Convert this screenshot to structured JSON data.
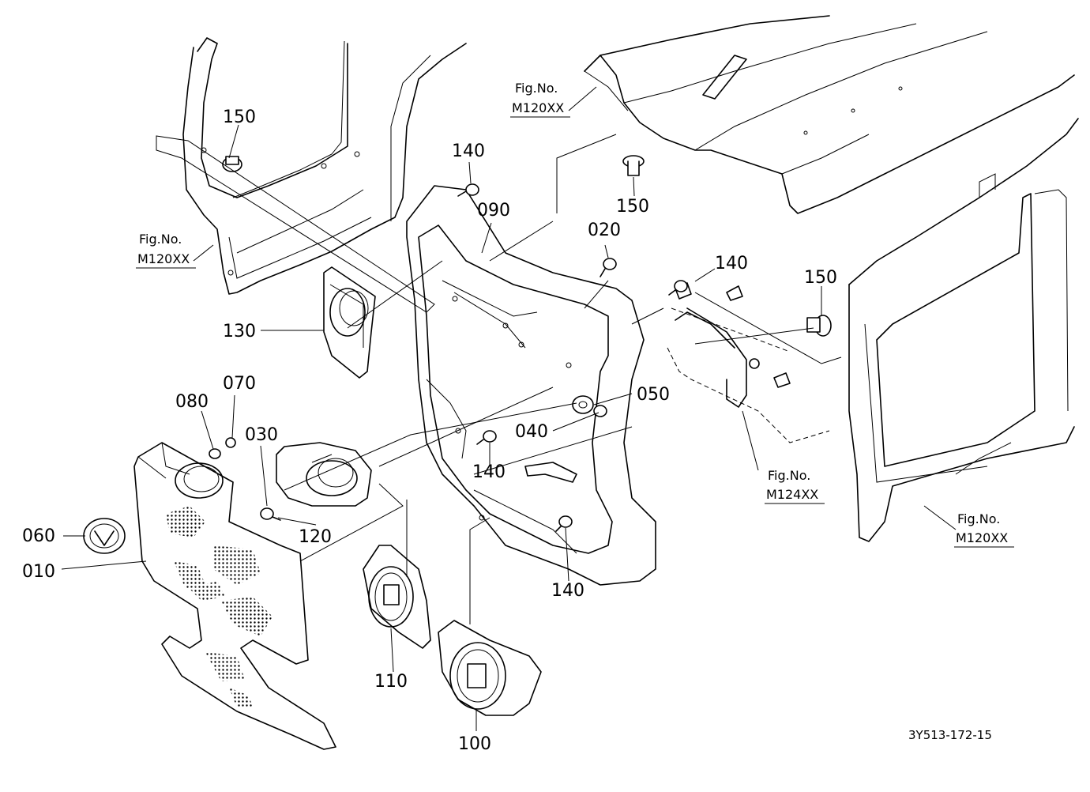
{
  "part_labels": {
    "p010": "010",
    "p020": "020",
    "p030": "030",
    "p040": "040",
    "p050": "050",
    "p060": "060",
    "p070": "070",
    "p080": "080",
    "p090": "090",
    "p100": "100",
    "p110": "110",
    "p120": "120",
    "p130": "130",
    "p140a": "140",
    "p140b": "140",
    "p140c": "140",
    "p140d": "140",
    "p150a": "150",
    "p150b": "150",
    "p150c": "150"
  },
  "figure_refs": [
    {
      "line1": "Fig.No.",
      "line2": "M120XX"
    },
    {
      "line1": "Fig.No.",
      "line2": "M120XX"
    },
    {
      "line1": "Fig.No.",
      "line2": "M124XX"
    },
    {
      "line1": "Fig.No.",
      "line2": "M120XX"
    }
  ],
  "diagram_code": "3Y513-172-15"
}
